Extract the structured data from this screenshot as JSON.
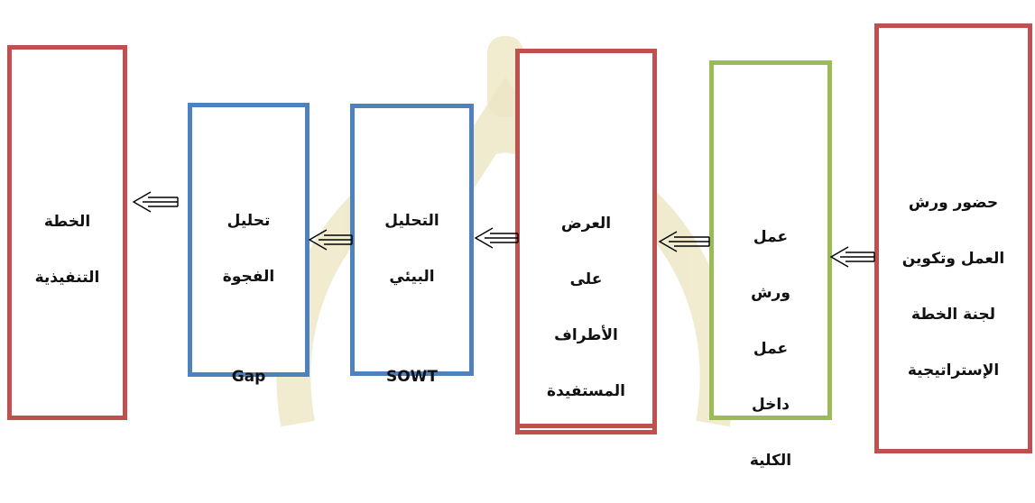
{
  "colors": {
    "red": "#c0504d",
    "blue": "#4f81bd",
    "green": "#9bbb59",
    "watermark": "#e8e0b6"
  },
  "boxes": [
    {
      "id": "box1",
      "color": "red",
      "lines": [
        "حضور ورش",
        "العمل وتكوين",
        "لجنة الخطة",
        "الإستراتيجية"
      ]
    },
    {
      "id": "box2",
      "color": "green",
      "lines": [
        "عمل",
        "ورش",
        "عمل",
        "داخل",
        "الكلية"
      ]
    },
    {
      "id": "box3",
      "color": "red",
      "lines": [
        "العرض",
        "على",
        "الأطراف",
        "المستفيدة"
      ]
    },
    {
      "id": "box4",
      "color": "blue",
      "lines": [
        "التحليل",
        "البيئي"
      ],
      "latin": "SOWT"
    },
    {
      "id": "box5",
      "color": "blue",
      "lines": [
        "تحليل",
        "الفجوة"
      ],
      "latin": "Gap"
    },
    {
      "id": "box6",
      "color": "red",
      "lines": [
        "الخطة",
        "التنفيذية"
      ]
    }
  ],
  "arrows": [
    {
      "from": "box1",
      "to": "box2"
    },
    {
      "from": "box2",
      "to": "box3"
    },
    {
      "from": "box3",
      "to": "box4"
    },
    {
      "from": "box4",
      "to": "box5"
    },
    {
      "from": "box5",
      "to": "box6"
    }
  ]
}
